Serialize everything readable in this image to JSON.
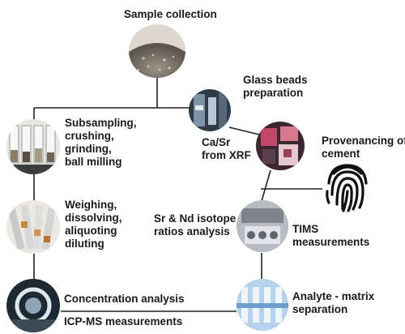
{
  "nodes": {
    "sample_collection": {
      "label": [
        "Sample collection"
      ]
    },
    "glass_beads": {
      "label": [
        "Glass beads",
        "preparation"
      ]
    },
    "subsampling": {
      "label": [
        "Subsampling,",
        "crushing,",
        "grinding,",
        "ball milling"
      ]
    },
    "ca_sr": {
      "label": [
        "Ca/Sr",
        "from XRF"
      ]
    },
    "provenancing": {
      "label": [
        "Provenancing of",
        "cement"
      ]
    },
    "weighing": {
      "label": [
        "Weighing,",
        "dissolving,",
        "aliquoting",
        "diluting"
      ]
    },
    "sr_nd": {
      "label": [
        "Sr & Nd isotope",
        "ratios analysis"
      ]
    },
    "tims": {
      "label": [
        "TIMS",
        "measurements"
      ]
    },
    "concentration": {
      "label": [
        "Concentration analysis"
      ]
    },
    "icpms": {
      "label": [
        "ICP-MS measurements"
      ]
    },
    "analyte": {
      "label": [
        "Analyte - matrix",
        "separation"
      ]
    }
  },
  "icons": {
    "provenancing": "fingerprint-icon"
  }
}
